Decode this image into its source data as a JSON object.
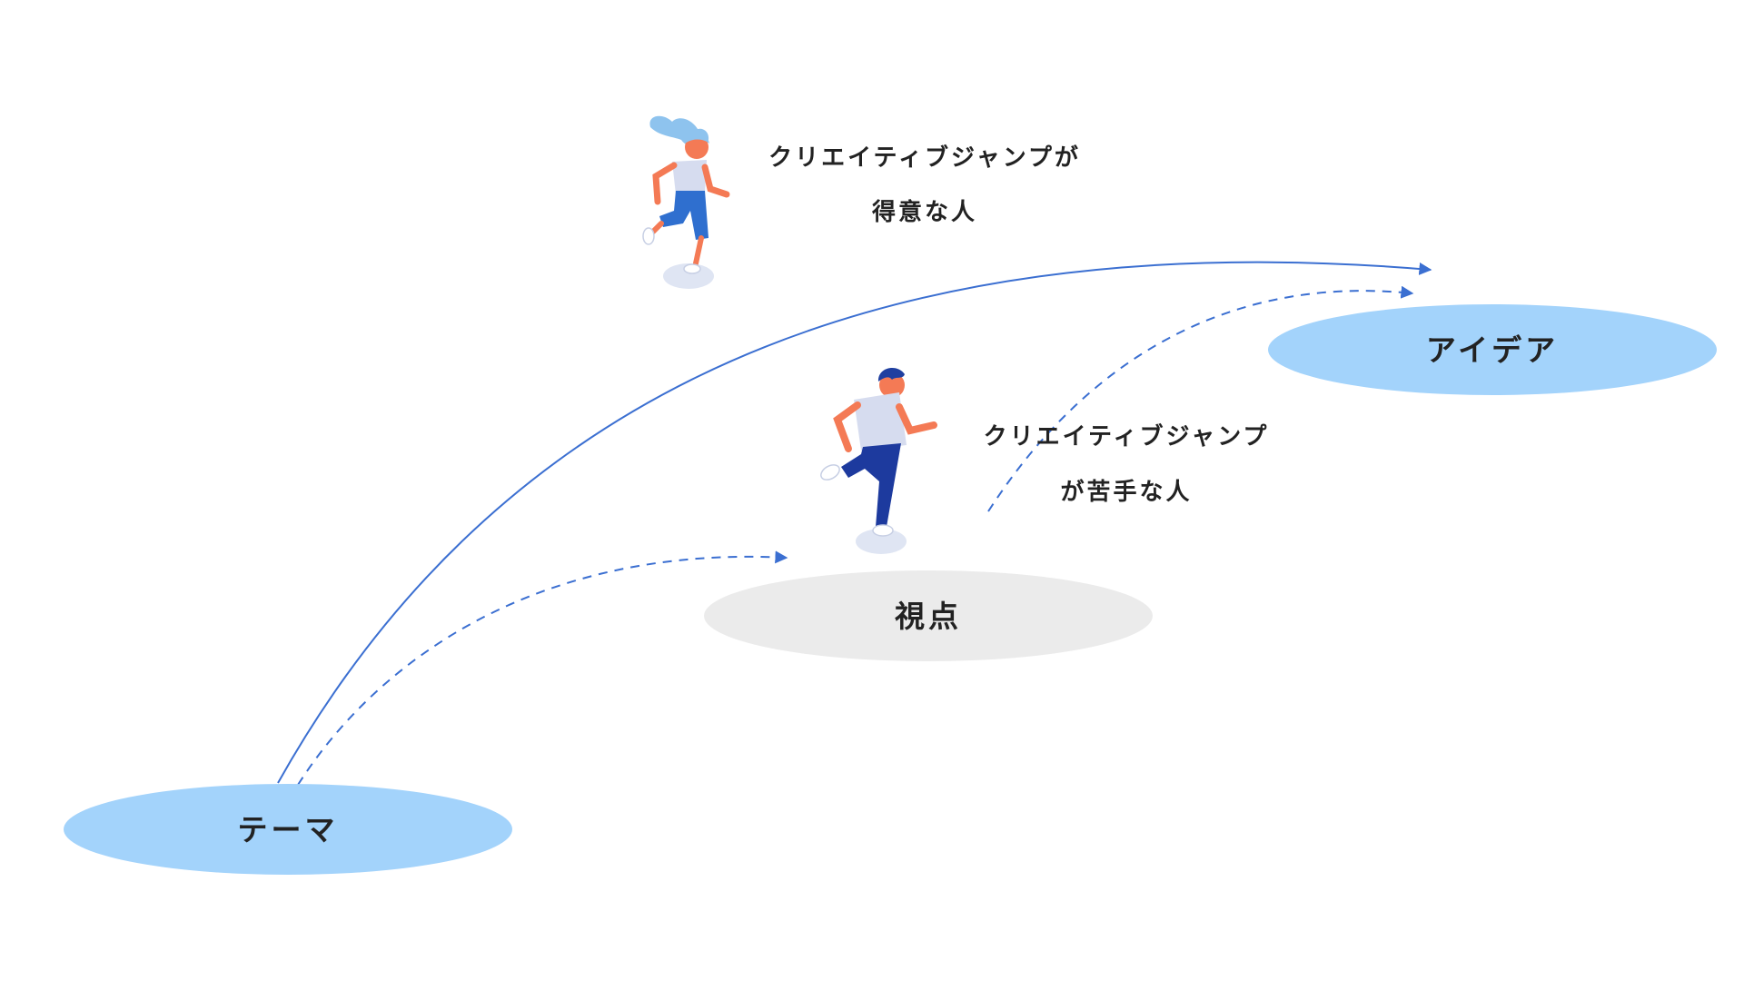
{
  "nodes": {
    "theme": {
      "label": "テーマ",
      "color": "#a3d3fb"
    },
    "viewpoint": {
      "label": "視点",
      "color": "#ebebeb"
    },
    "idea": {
      "label": "アイデア",
      "color": "#a3d3fb"
    }
  },
  "people": {
    "good_jumper": {
      "caption_line1": "クリエイティブジャンプが",
      "caption_line2": "得意な人"
    },
    "poor_jumper": {
      "caption_line1": "クリエイティブジャンプ",
      "caption_line2": "が苦手な人"
    }
  },
  "colors": {
    "arrow": "#3b6fd1",
    "text": "#222222",
    "skin": "#f47a55",
    "shirt": "#d6dcef",
    "hair_light": "#8ec3ee",
    "pants_light": "#2f6fcf",
    "hair_dark": "#1f3fa0",
    "pants_dark": "#1d3a9e",
    "shadow": "#dfe5f3"
  }
}
